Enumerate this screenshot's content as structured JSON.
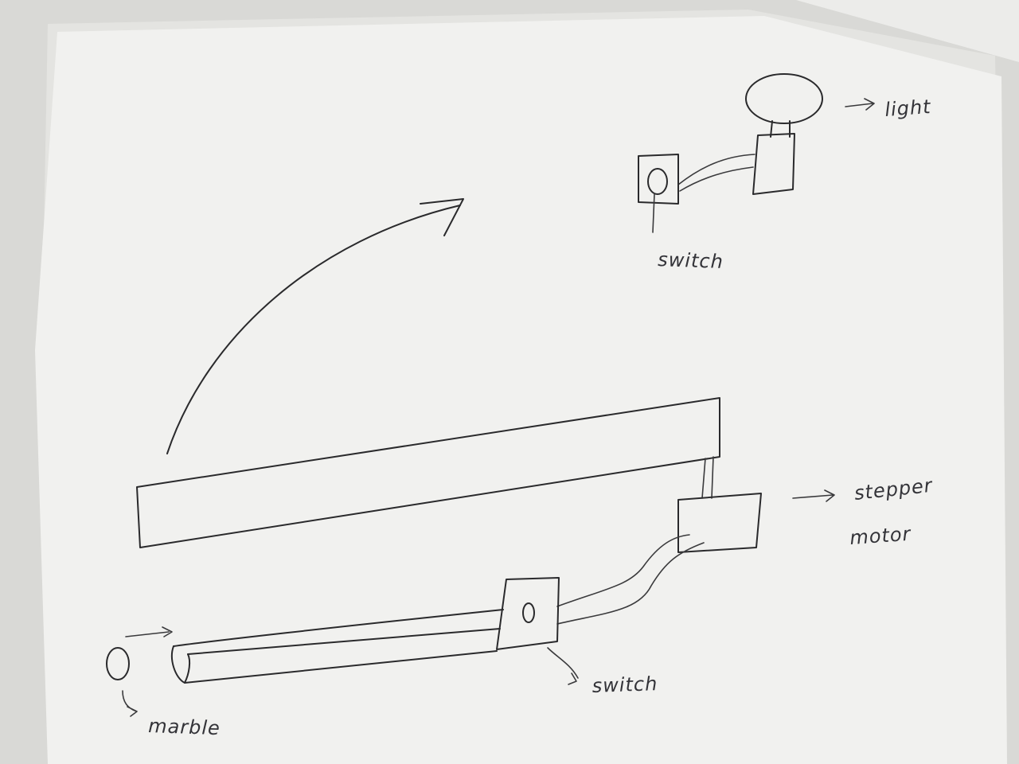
{
  "labels": {
    "light": "light",
    "switch_top": "switch",
    "stepper_line1": "stepper",
    "stepper_line2": "motor",
    "switch_bottom": "switch",
    "marble": "marble"
  },
  "colors": {
    "background": "#d9d9d6",
    "paper": "#f1f1ef",
    "ink": "#2a2a2c"
  }
}
